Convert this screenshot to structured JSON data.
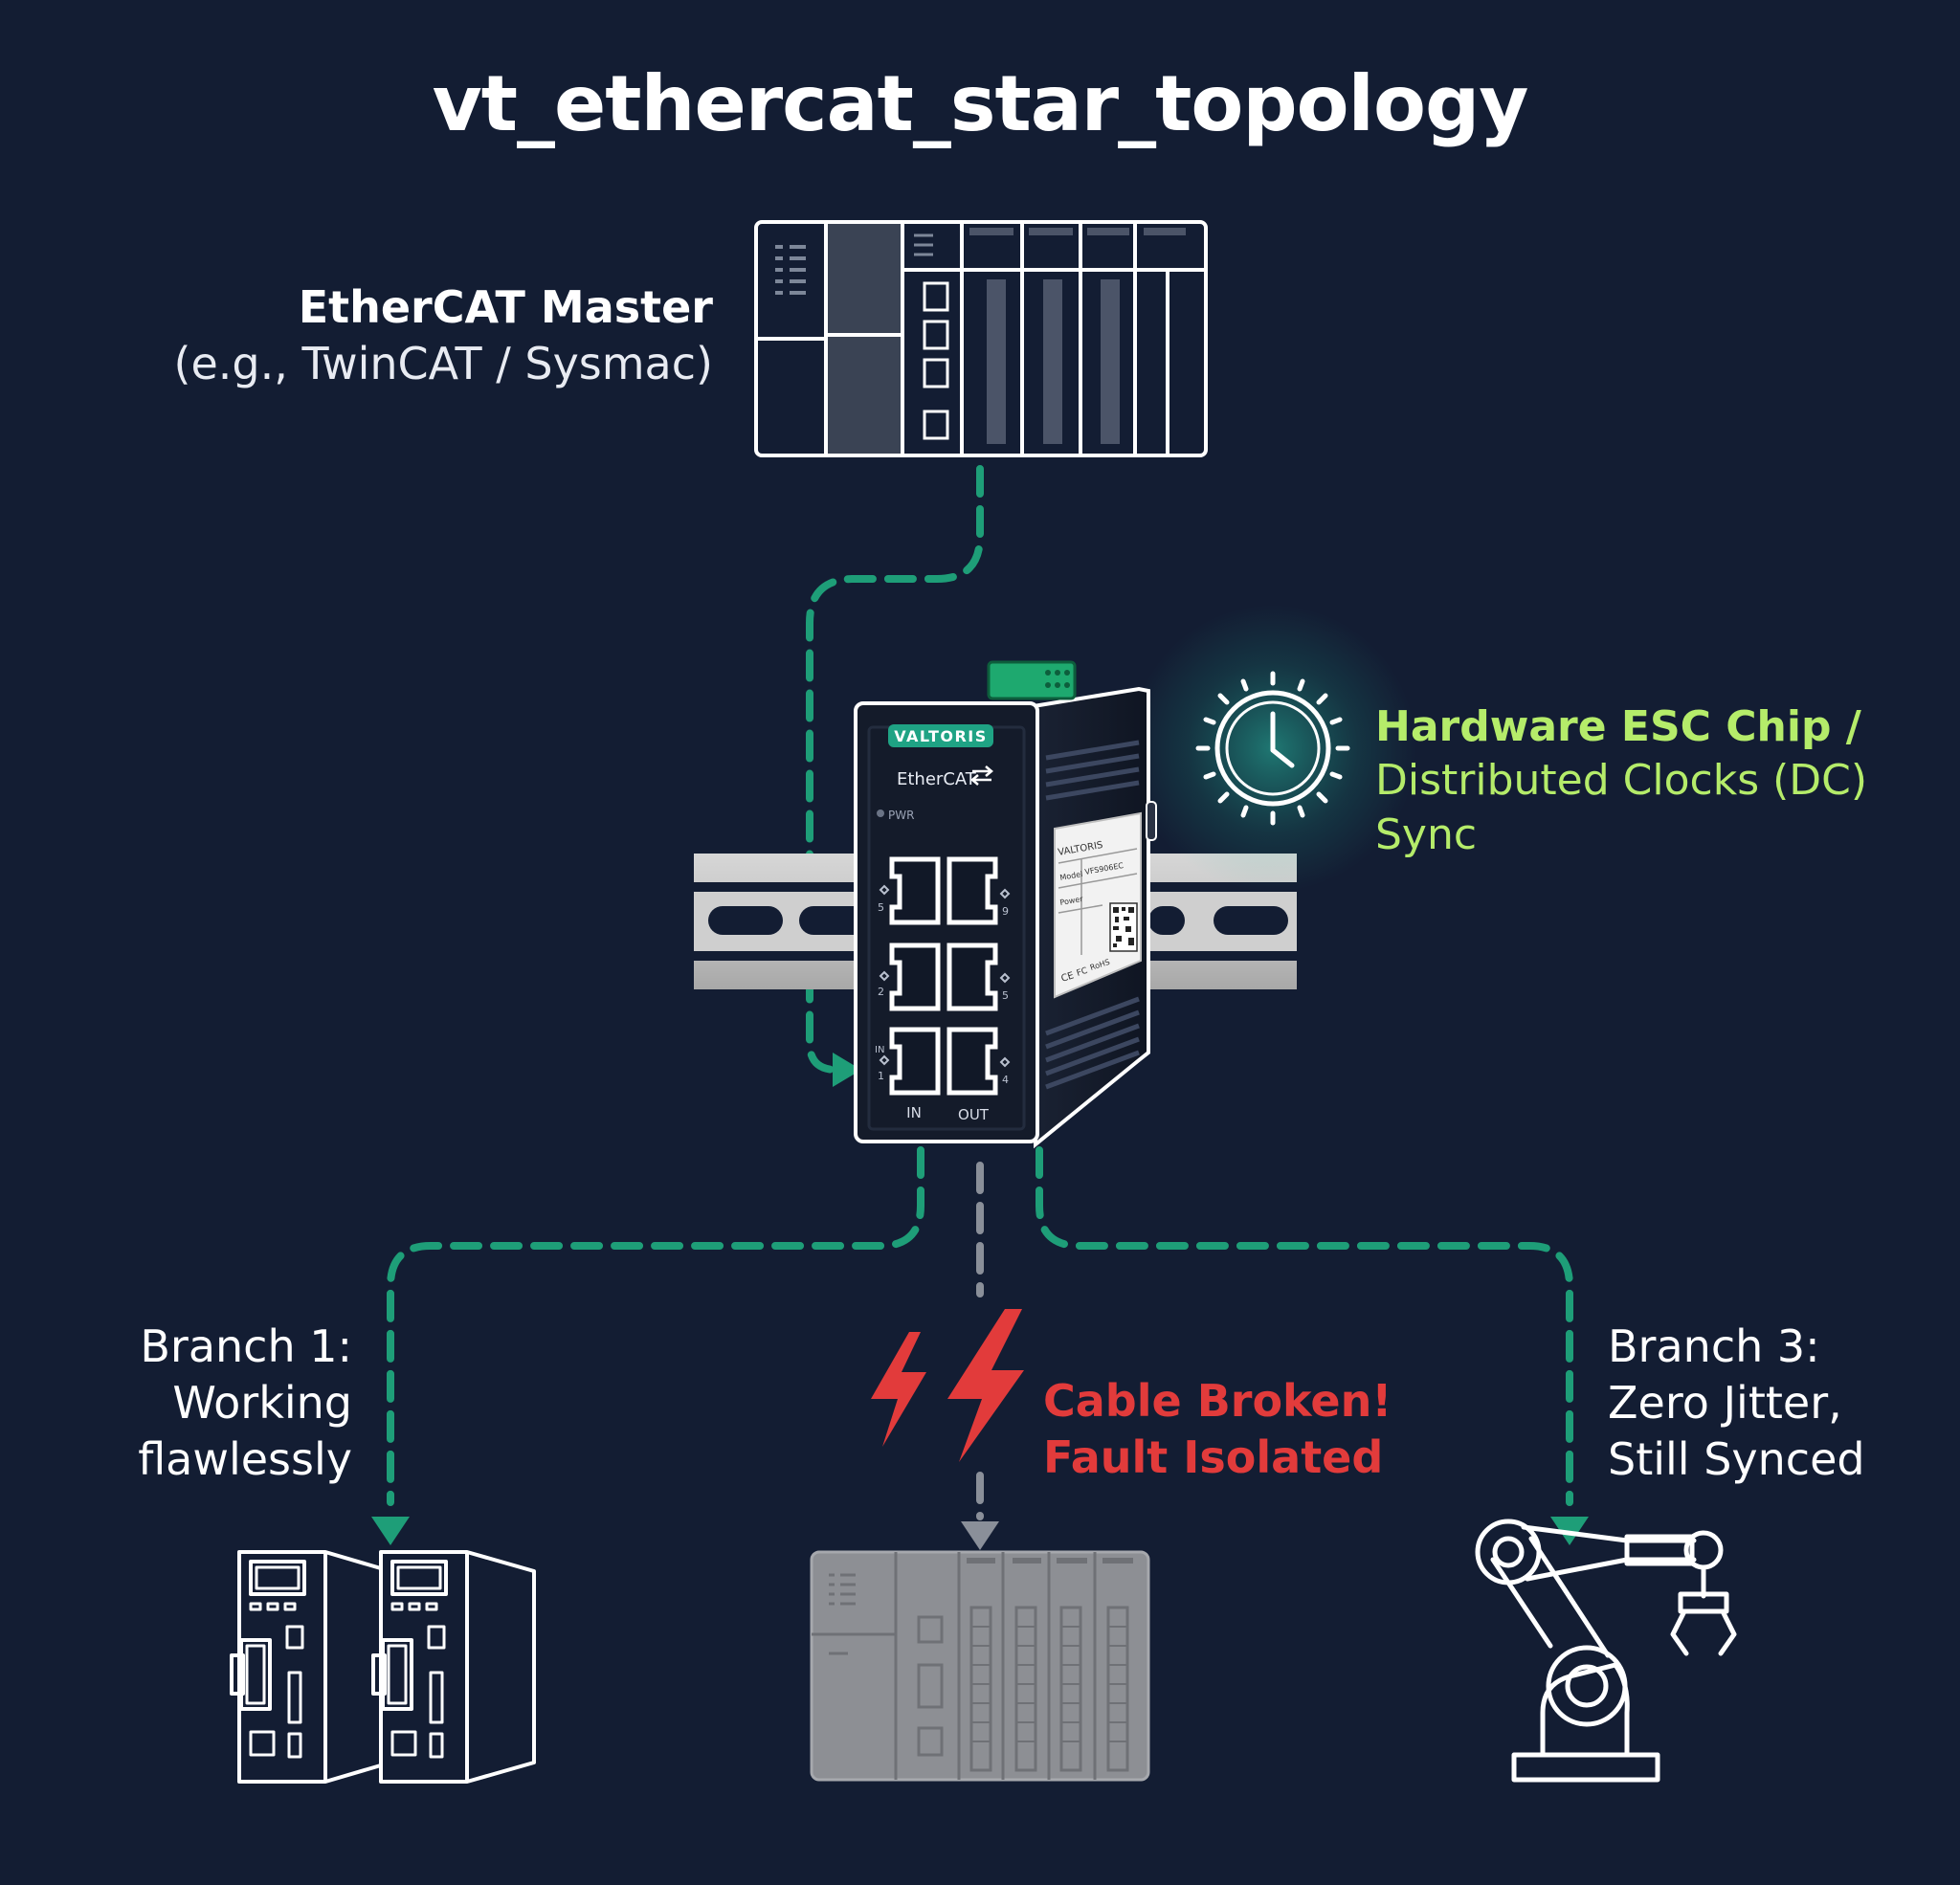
{
  "title": "vt_ethercat_star_topology",
  "master": {
    "name": "EtherCAT Master",
    "subtitle": "(e.g., TwinCAT / Sysmac)"
  },
  "switch": {
    "brand": "VALTORIS",
    "logo_text": "EtherCAT",
    "led_label": "PWR",
    "port_in_label": "IN",
    "port_out_label": "OUT",
    "port_numbers_left": [
      "5",
      "2",
      "1"
    ],
    "port_numbers_right": [
      "9",
      "5",
      "4"
    ],
    "port_in_marker": "IN",
    "nameplate_brand": "VALTORIS",
    "nameplate_model_label": "Model",
    "nameplate_model_value": "VFS906EC",
    "nameplate_power_label": "Power",
    "nameplate_marks": [
      "CE",
      "FC",
      "RoHS"
    ]
  },
  "esc": {
    "line1": "Hardware ESC Chip /",
    "line2": "Distributed Clocks (DC) Sync",
    "icon": "stopwatch-icon"
  },
  "branch1": {
    "line1": "Branch 1:",
    "line2": "Working",
    "line3": "flawlessly"
  },
  "branch2": {
    "line1": "Cable Broken!",
    "line2": "Fault Isolated",
    "icon": "lightning-bolt-icon"
  },
  "branch3": {
    "line1": "Branch 3:",
    "line2": "Zero Jitter,",
    "line3": "Still Synced"
  },
  "colors": {
    "background": "#131d33",
    "link_ok": "#1e9e78",
    "link_fault": "#8a8f99",
    "fault_red": "#e23b3b",
    "esc_green": "#b5ec6a",
    "device_outline": "#ffffff"
  }
}
